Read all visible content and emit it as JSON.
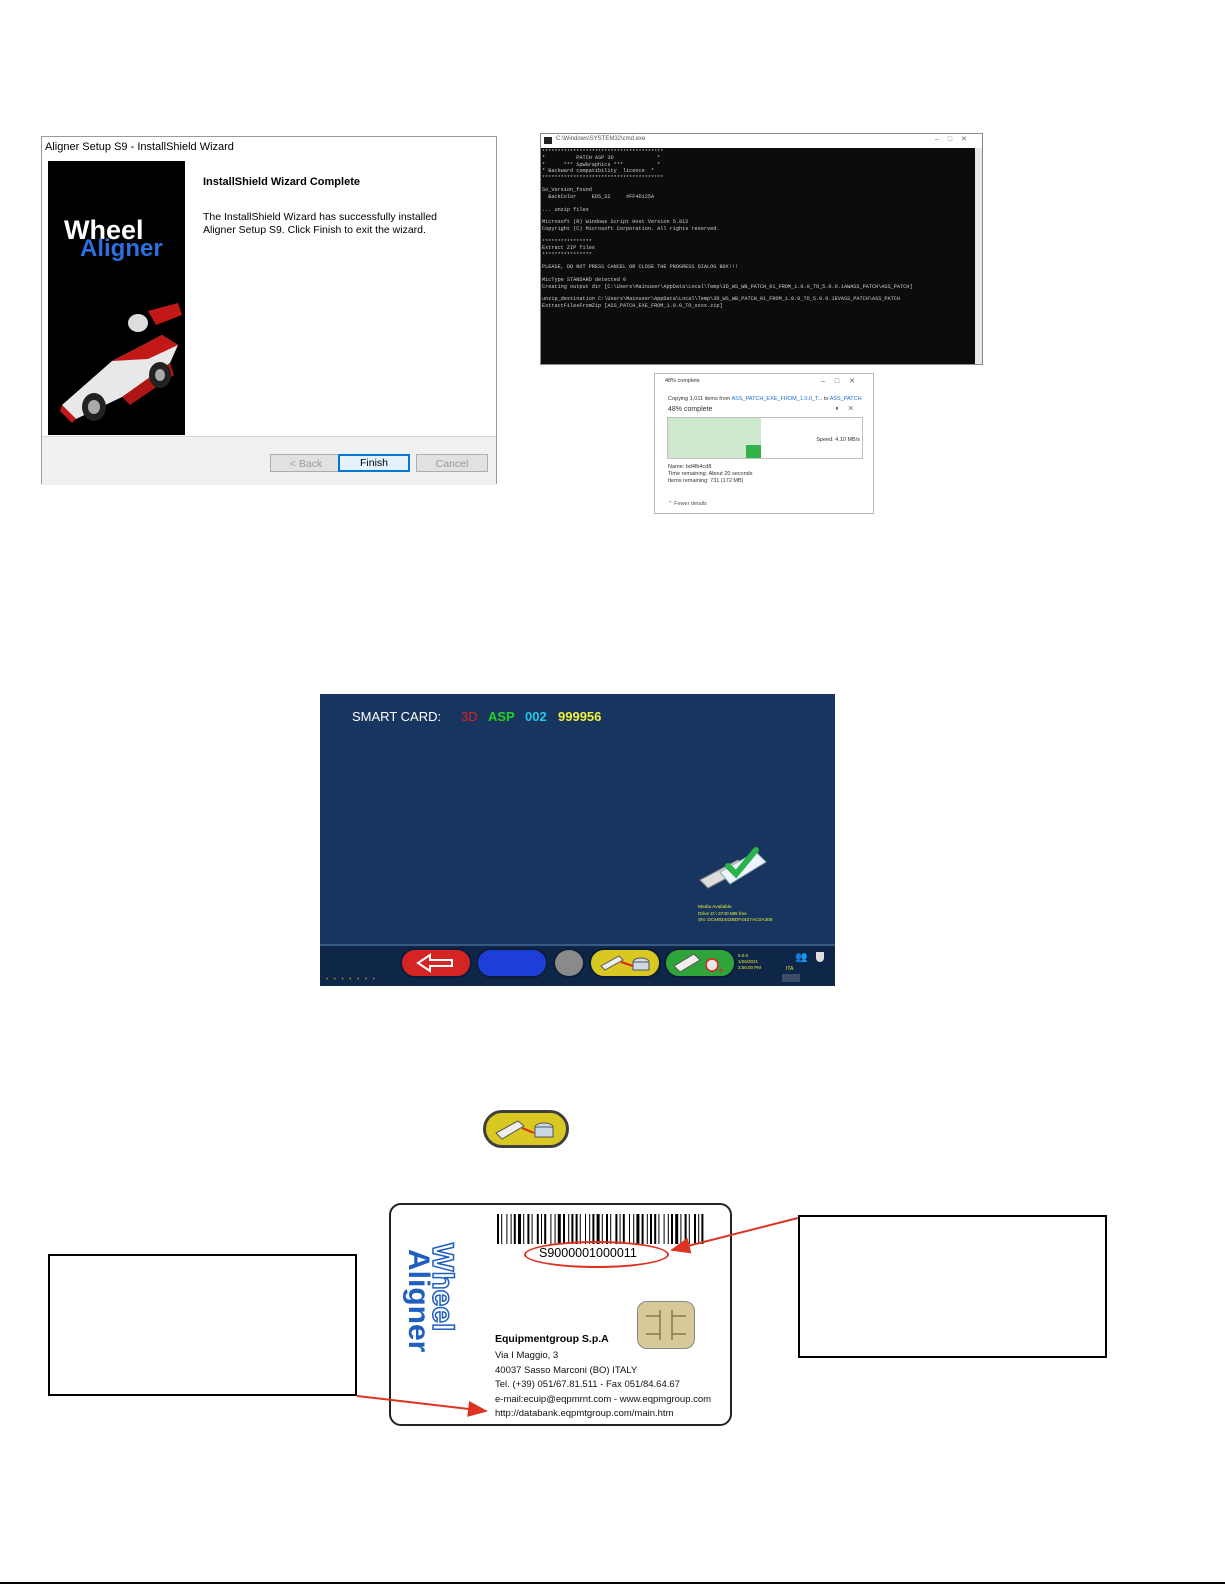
{
  "wizard": {
    "window_title": "Aligner Setup S9 - InstallShield Wizard",
    "logo_line1": "Wheel",
    "logo_line2": "Aligner",
    "heading": "InstallShield Wizard Complete",
    "message": "The InstallShield Wizard has successfully installed Aligner Setup S9.  Click Finish to exit the wizard.",
    "back_label": "< Back",
    "finish_label": "Finish",
    "cancel_label": "Cancel"
  },
  "console": {
    "title": "C:\\Windows\\SYSTEM32\\cmd.exe",
    "text": "***************************************\n*          PATCH ASP 3D              *\n*      *** SpWGraphics ***           *\n* Backward compatibility  licence  * \n***************************************\n\nSo_Version_found\n  BackColor     ED5_S2     #FF4D125A\n\n... unzip files\n\nMicrosoft (R) Windows Script Host Version 5.812\nCopyright (C) Microsoft Corporation. All rights reserved.\n\n****************\nExtract ZIP files\n****************\n\nPLEASE, DO NOT PRESS CANCEL OR CLOSE THE PROGRESS DIALOG BOX!!!\n\nMicType STANDARD detected 0\nCreating output dir [C:\\Users\\Mainuser\\AppData\\Local\\Temp\\3D_WS_WB_PATCH_01_FROM_1.0.0_TO_5.0.0.1AWASS_PATCH\\ASS_PATCH]\n\nunzip_destination C:\\Users\\Mainuser\\AppData\\Local\\Temp\\3D_WS_WB_PATCH_01_FROM_1.0.0_TO_5.0.0.1EVASS_PATCH\\ASS_PATCH\nExtractFilesFromZip [ASS_PATCH_EXE_FROM_1.0.0_TO_xxxx.zip]"
  },
  "copy_dialog": {
    "title": "48% complete",
    "line_prefix": "Copying 1,011 items from ",
    "line_source": "ASS_PATCH_EXE_FROM_1.0.0_T...",
    "line_mid": " to ",
    "line_dest": "ASS_PATCH",
    "percent_text": "48% complete",
    "progress": 0.48,
    "speed": "Speed: 4.10 MB/s",
    "name": "Name: bd4fb4cd8",
    "time_remaining": "Time remaining:  About 20 seconds",
    "items_remaining": "Items remaining:  731 (172 MB)",
    "fewer_details": "Fewer details"
  },
  "smart_card_screen": {
    "label": "SMART CARD:",
    "part1": "3D",
    "part2": "ASP",
    "part3": "002",
    "part4": "999956",
    "media_line1": "Media Available",
    "media_line2": "Drive D:\\ 3740 MB free",
    "media_line3": "SN: DCM92443BDF4407AC0A308",
    "version_line1": "5.0.0",
    "version_line2": "1/26/2021",
    "version_line3": "3:56:00 PM",
    "lang": "ITA",
    "colors": {
      "part1": "#e02020",
      "part2": "#22d322",
      "part3": "#22c8e8",
      "part4": "#f2f23a"
    }
  },
  "card": {
    "serial": "S9000001000011",
    "logo_line1": "Wheel",
    "logo_line2": "Aligner",
    "company": "Equipmentgroup S.p.A",
    "address1": "Via I Maggio, 3",
    "address2": "40037 Sasso Marconi (BO) ITALY",
    "phone": "Tel. (+39) 051/67.81.511 - Fax 051/84.64.67",
    "email": "e-mail:ecuip@eqpmrnt.com - www.eqpmgroup.com",
    "url": "http://databank.eqpmtgroup.com/main.htm"
  }
}
